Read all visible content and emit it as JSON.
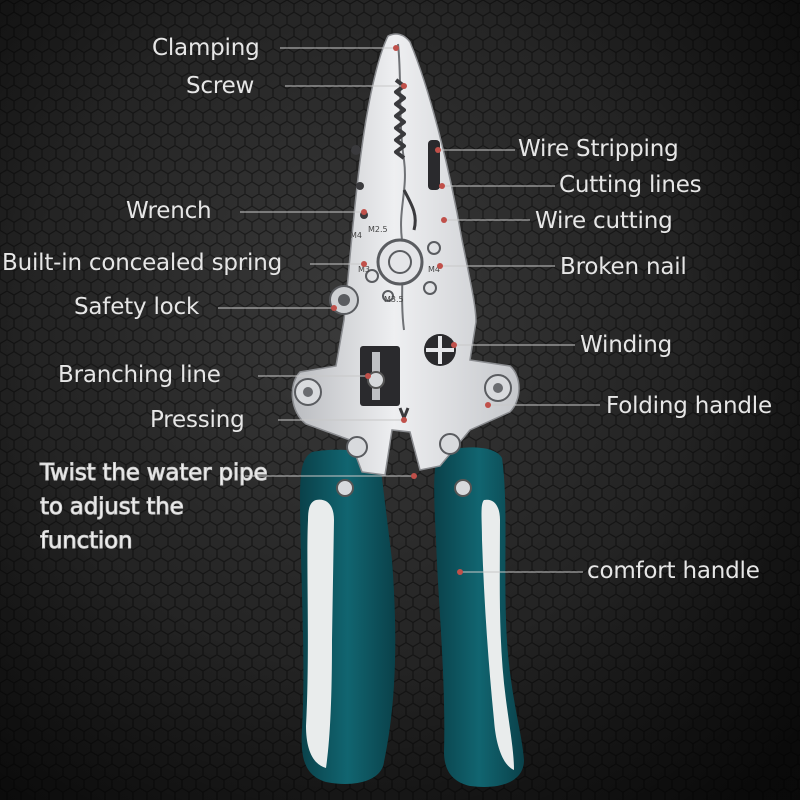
{
  "colors": {
    "background": "#262626",
    "handle_green": "#0e5560",
    "handle_white": "#e9ecec",
    "steel": "#dcdde0",
    "leader_line": "#c8c8c8",
    "marker_dot": "#c0504a"
  },
  "labels": {
    "clamping": "Clamping",
    "screw": "Screw",
    "wire_stripping": "Wire Stripping",
    "cutting_lines": "Cutting lines",
    "wrench": "Wrench",
    "wire_cutting": "Wire cutting",
    "built_in_spring": "Built-in concealed spring",
    "broken_nail": "Broken nail",
    "safety_lock": "Safety lock",
    "winding": "Winding",
    "branching_line": "Branching line",
    "folding_handle": "Folding handle",
    "pressing": "Pressing",
    "twist_water_pipe": "Twist the water pipe to adjust the function",
    "comfort_handle": "comfort handle"
  },
  "jaw_markings": {
    "m4_left": "M4",
    "m3_left": "M3",
    "m2_5": "M2.5",
    "m4_right": "M4",
    "m3_5": "M3.5"
  }
}
